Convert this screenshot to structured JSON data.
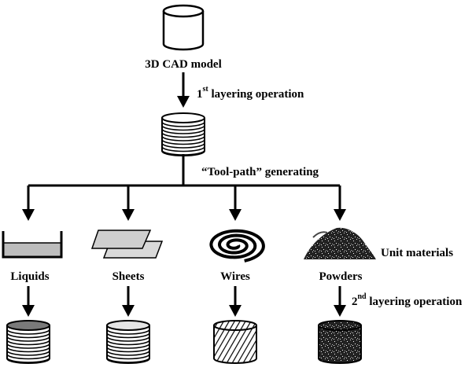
{
  "top": {
    "model_label": "3D CAD model",
    "layering1": {
      "prefix": "1",
      "sup": "st",
      "text": " layering operation"
    }
  },
  "toolpath_label": "“Tool-path” generating",
  "materials": [
    {
      "name": "Liquids"
    },
    {
      "name": "Sheets"
    },
    {
      "name": "Wires"
    },
    {
      "name": "Powders"
    }
  ],
  "unit_materials_label": "Unit materials",
  "layering2": {
    "prefix": "2",
    "sup": "nd",
    "text": " layering operation"
  },
  "colors": {
    "liquid_fill": "#bdbdbd",
    "liquid_cap": "#7a7a7a",
    "sheet_fill": "#d9d9d9",
    "sheet_cap": "#e5e5e5",
    "stroke": "#000000"
  }
}
